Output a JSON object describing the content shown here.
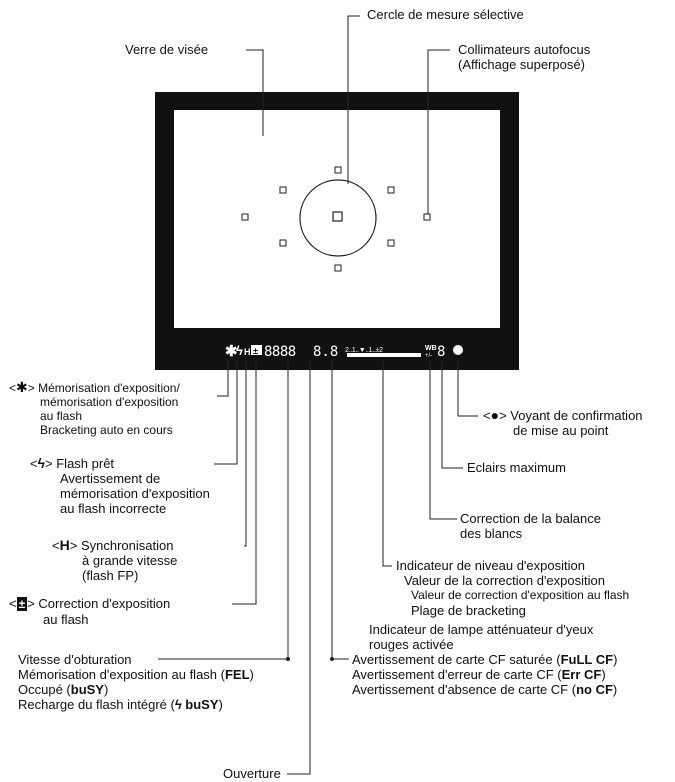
{
  "labels": {
    "cercle": "Cercle de mesure sélective",
    "verre": "Verre de visée",
    "collimateurs_l1": "Collimateurs autofocus",
    "collimateurs_l2": "(Affichage superposé)",
    "mem_sym": "✱",
    "mem_l1": "Mémorisation d'exposition/",
    "mem_l2": "mémorisation d'exposition",
    "mem_l3": "au flash",
    "mem_l4": "Bracketing auto en cours",
    "flash_sym": "ϟ",
    "flash_l1": "Flash prêt",
    "flash_l2": "Avertissement de",
    "flash_l3": "mémorisation d'exposition",
    "flash_l4": "au flash incorrecte",
    "h_sym": "H",
    "h_l1": "Synchronisation",
    "h_l2": "à grande vitesse",
    "h_l3": "(flash FP)",
    "corr_sym": "±",
    "corr_l1": "Correction d'exposition",
    "corr_l2": "au flash",
    "dot_sym": "●",
    "dot_l1": "Voyant de confirmation",
    "dot_l2": "de mise au point",
    "eclairs": "Eclairs maximum",
    "wb_l1": "Correction de la balance",
    "wb_l2": "des blancs",
    "niveau_l1": "Indicateur de niveau d'exposition",
    "niveau_l2": "Valeur de la correction d'exposition",
    "niveau_l3": "Valeur de correction d'exposition au flash",
    "niveau_l4": "Plage de bracketing",
    "niveau_l5": "Indicateur de lampe atténuateur d'yeux",
    "niveau_l6": "rouges activée",
    "vit_l1": "Vitesse d'obturation",
    "vit_l2a": "Mémorisation d'exposition au flash (",
    "vit_l2b": "FEL",
    "vit_l3a": "Occupé (",
    "vit_l3b": "buSY",
    "vit_l4a": "Recharge du flash intégré (",
    "vit_l4b": "ϟ buSY",
    "cf_l1a": "Avertissement de carte CF saturée (",
    "cf_l1b": "FuLL CF",
    "cf_l2a": "Avertissement d'erreur de carte CF (",
    "cf_l2b": "Err CF",
    "cf_l3a": "Avertissement d'absence de carte CF (",
    "cf_l3b": "no CF",
    "close_paren": ")",
    "ouverture": "Ouverture"
  },
  "display": {
    "star": "✱",
    "bolt": "ϟ",
    "h": "H",
    "plusminus": "±",
    "shutter_digits": "8888",
    "aperture_digits": "8.8",
    "scale": "2..1..▼..1..±2",
    "wb": "WB",
    "wb_sub": "+/-",
    "burst_digit": "8"
  },
  "colors": {
    "frame": "#111111",
    "screen": "#ffffff",
    "lines": "#222222",
    "display_text": "#ffffff"
  }
}
